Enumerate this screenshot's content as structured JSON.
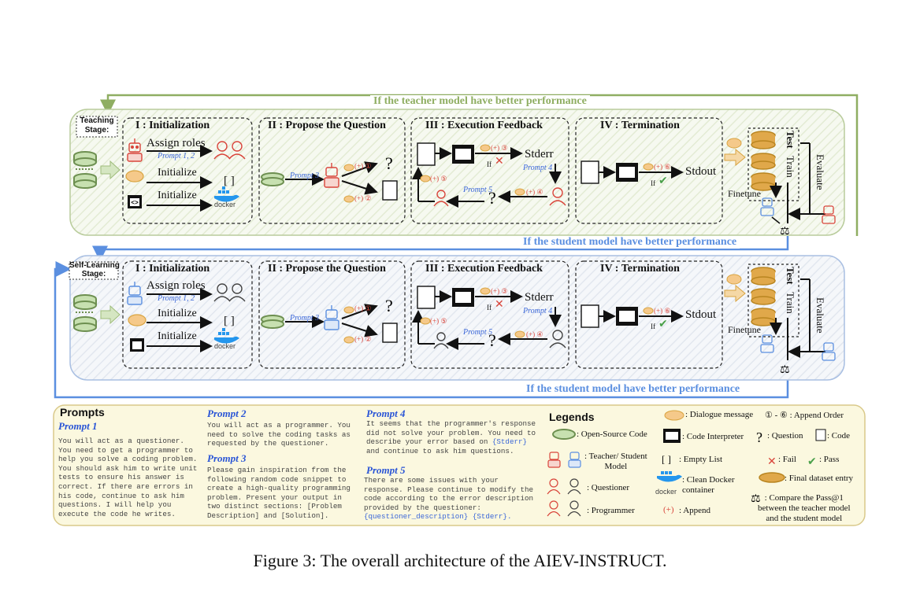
{
  "banners": {
    "teacher_better": "If the teacher model have better performance",
    "student_better_1": "If the student model have better performance",
    "student_better_2": "If the student model have better performance"
  },
  "stages": {
    "teaching": "Teaching\nStage:",
    "self_learning": "Self-Learning\nStage:"
  },
  "phases": {
    "init": "I : Initialization",
    "propose": "II : Propose the Question",
    "exec": "III : Execution Feedback",
    "term": "IV : Termination"
  },
  "init_rows": {
    "assign": "Assign roles",
    "assign_prompt": "Prompt 1, 2",
    "initialize_1": "Initialize",
    "initialize_2": "Initialize",
    "empty_list": "[ ]",
    "docker": "docker"
  },
  "propose": {
    "prompt": "Prompt 3",
    "append_1": "(+) ①",
    "append_2": "(+) ②"
  },
  "exec": {
    "append_3": "(+) ③",
    "append_4": "(+) ④",
    "append_5": "(+) ⑤",
    "if": "If",
    "stderr": "Stderr",
    "prompt4": "Prompt 4",
    "prompt5": "Prompt 5"
  },
  "term": {
    "append_6": "(+) ⑥",
    "if": "If",
    "stdout": "Stdout"
  },
  "dataset": {
    "test": "Test",
    "train": "Train",
    "finetune": "Finetune",
    "evaluate": "Evaluate"
  },
  "prompts": {
    "title": "Prompts",
    "p1_title": "Prompt 1",
    "p1_body": "You will act as a questioner.\nYou need to get a programmer to\nhelp you solve a coding problem.\nYou should ask him to write unit\ntests to ensure his answer is\ncorrect. If there are errors in\nhis code, continue to ask him\nquestions. I will help you\nexecute the code he writes.",
    "p2_title": "Prompt 2",
    "p2_body": "You will act as a programmer. You\nneed to solve the coding tasks as\nrequested by the questioner.",
    "p3_title": "Prompt 3",
    "p3_body": "Please gain inspiration from the\nfollowing random code snippet to\ncreate a high-quality programming\nproblem. Present your output in\ntwo distinct sections: [Problem\nDescription] and [Solution].",
    "p4_title": "Prompt 4",
    "p4_body_a": "It seems that the programmer's response\ndid not solve your problem. You need to\ndescribe your error based on ",
    "p4_hl": "{Stderr}",
    "p4_body_b": "and continue to ask him questions.",
    "p5_title": "Prompt 5",
    "p5_body": "There are some issues with your\nresponse. Please continue to modify the\ncode according to the error description\nprovided by the questioner:",
    "p5_hl": "{questioner_description} {Stderr}."
  },
  "legends": {
    "title": "Legends",
    "dialogue": ": Dialogue message",
    "append_order": "① - ⑥ : Append Order",
    "open_source": ": Open-Source Code",
    "interpreter": ": Code Interpreter",
    "question": ": Question",
    "code": ": Code",
    "teacher_student": ": Teacher/ Student\nModel",
    "empty_list_sym": "[ ]",
    "empty_list": ": Empty List",
    "fail": ": Fail",
    "pass": ": Pass",
    "questioner": ": Questioner",
    "docker_word": "docker",
    "clean_docker": ": Clean Docker\ncontainer",
    "final_dataset": ": Final dataset entry",
    "programmer": ": Programmer",
    "append_sym": "(+)",
    "append": ": Append",
    "compare": ": Compare the Pass@1\nbetween the teacher model\nand the student model"
  },
  "caption": "Figure 3: The overall architecture of the AIEV-INSTRUCT.",
  "colors": {
    "green": "#8fae62",
    "blue": "#5b8fe0",
    "prompt_blue": "#3a66d8",
    "red": "#d9453b",
    "gold": "#d9a441",
    "yellow_panel": "#fbf8df"
  }
}
